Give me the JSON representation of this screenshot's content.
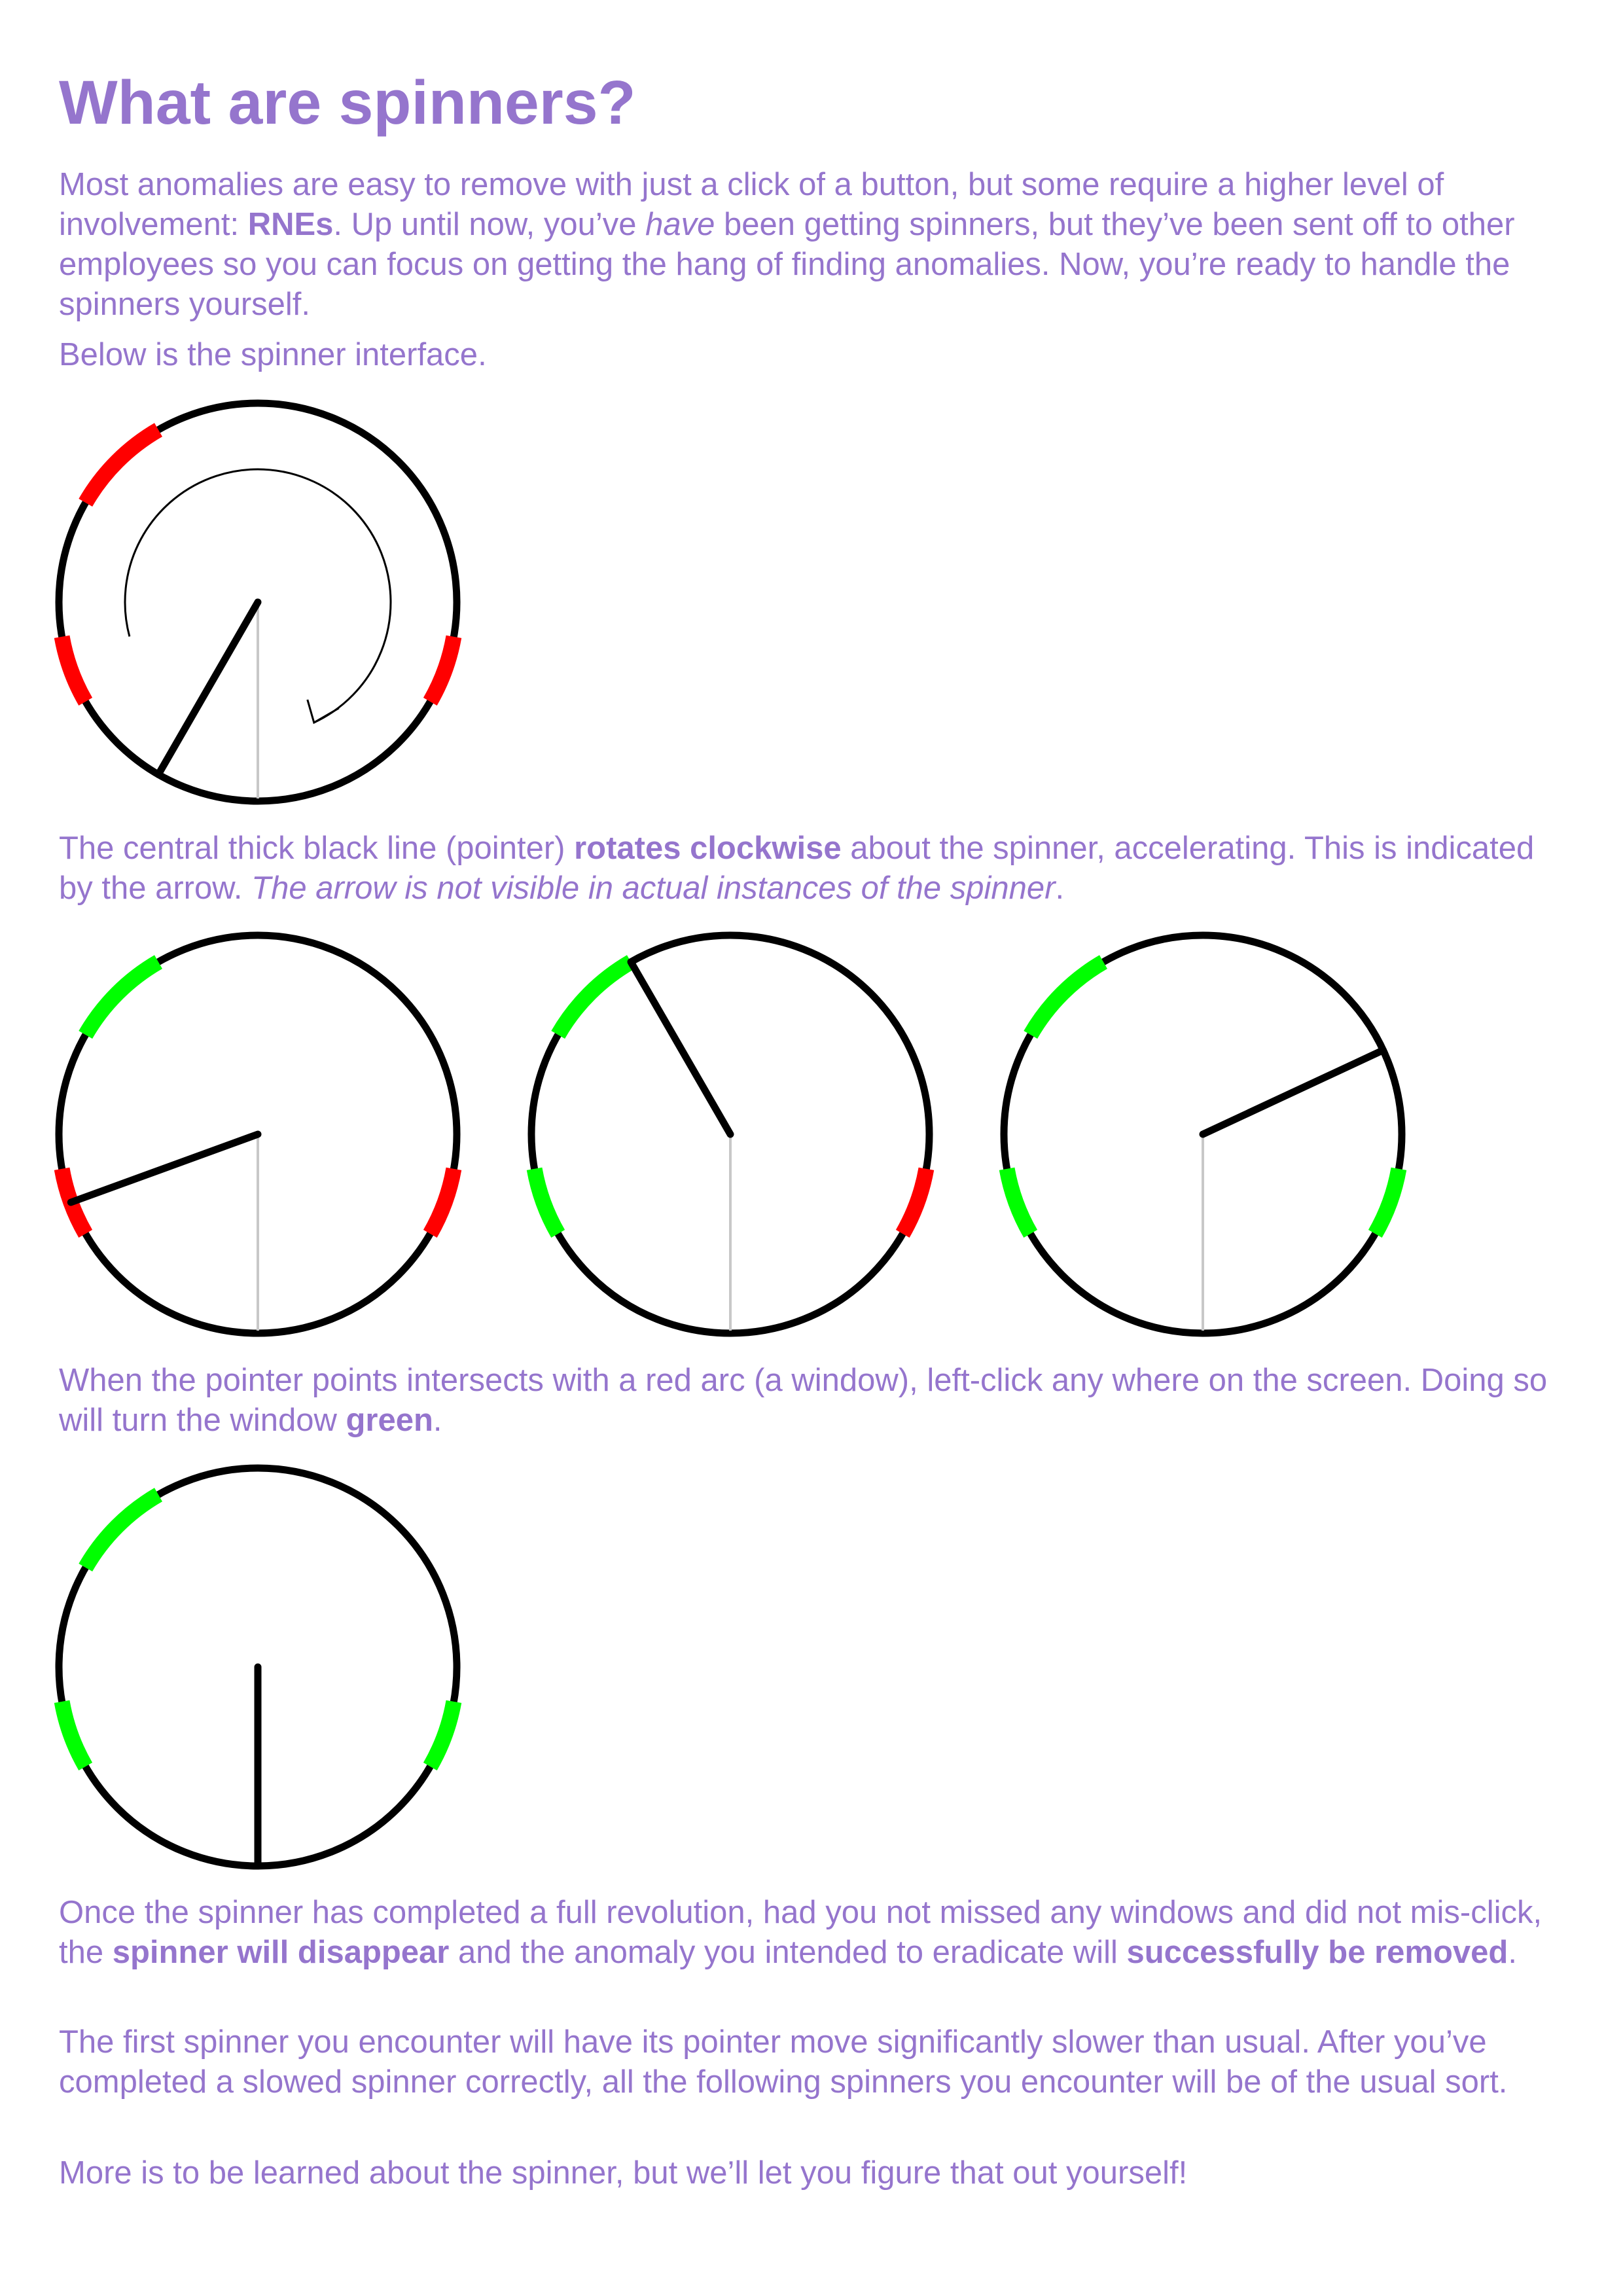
{
  "title": "What are spinners?",
  "intro": {
    "t1": "Most anomalies are easy to remove with just a click of a button, but some require a higher level of involvement: ",
    "b1": "RNEs",
    "t2": ". Up until now, you’ve ",
    "i1": "have",
    "t3": " been getting spinners, but they’ve been sent off to other employees so you can focus on getting the hang of finding anomalies. Now, you’re ready to handle the spinners yourself."
  },
  "below": "Below is the spinner interface.",
  "pointer_para": {
    "t1": "The central thick black line (pointer) ",
    "b1": "rotates clockwise",
    "t2": " about the spinner, accelerating. This is indicated by the arrow. ",
    "i1": "The arrow is not visible in actual instances of the spinner",
    "t3": "."
  },
  "window_para": {
    "t1": "When the pointer points intersects with a red arc (a window), left-click any where on the screen. Doing so will turn the window ",
    "b1": "green",
    "t2": "."
  },
  "complete_para": {
    "t1": "Once the spinner has completed a full revolution, had you not missed any windows and did not mis-click, the ",
    "b1": "spinner will disappear",
    "t2": " and the anomaly you intended to eradicate will ",
    "b2": "successfully be removed",
    "t3": "."
  },
  "first_para": "The first spinner you encounter will have its pointer move significantly slower than usual. After you’ve completed a slowed spinner correctly, all the following spinners you encounter will be of the usual sort.",
  "more_para": "More is to be learned about the spinner, but we’ll let you figure that out yourself!",
  "colors": {
    "text": "#9575cd",
    "window_red": "#ff0000",
    "window_green": "#00ff00",
    "ring": "#000000",
    "reference_line": "#c8c8c8"
  },
  "spinners": [
    {
      "pointer_angle_deg": 210,
      "windows": [
        "red",
        "red",
        "red"
      ],
      "arrow": true
    },
    {
      "pointer_angle_deg": 250,
      "windows": [
        "red",
        "green",
        "red"
      ],
      "arrow": false
    },
    {
      "pointer_angle_deg": 330,
      "windows": [
        "green",
        "green",
        "red"
      ],
      "arrow": false
    },
    {
      "pointer_angle_deg": 65,
      "windows": [
        "green",
        "green",
        "green"
      ],
      "arrow": false
    },
    {
      "pointer_angle_deg": 180,
      "windows": [
        "green",
        "green",
        "green"
      ],
      "arrow": false
    }
  ]
}
